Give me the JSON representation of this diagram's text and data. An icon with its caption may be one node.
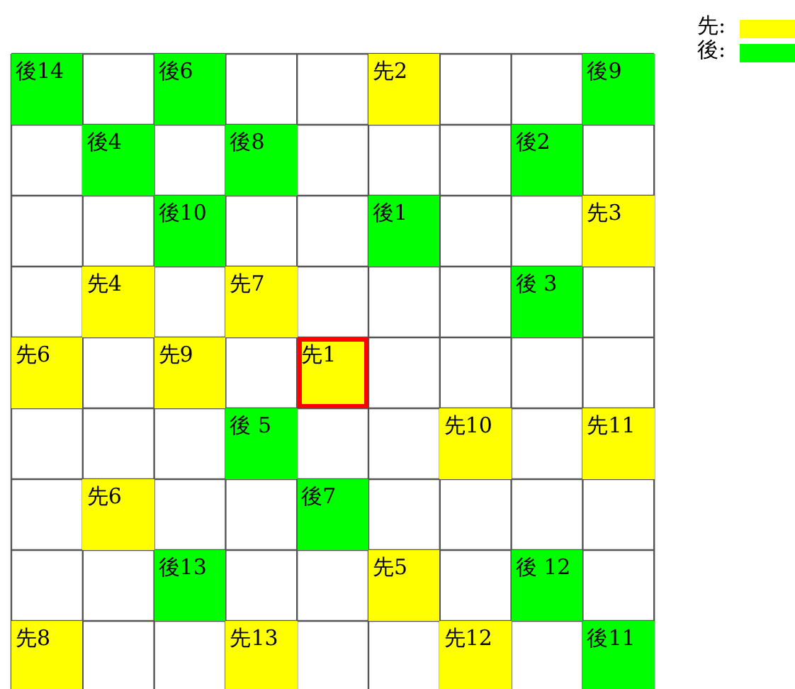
{
  "diagram": {
    "nodes": [
      {
        "text": [
          "後14"
        ]
      },
      {
        "text": [
          "後6"
        ]
      },
      {
        "text": [
          "先2"
        ]
      },
      {
        "text": [
          "後9"
        ]
      },
      {
        "text": [
          "後4"
        ]
      },
      {
        "text": [
          "後8"
        ]
      },
      {
        "text": [
          "後2"
        ]
      },
      {
        "text": [
          "後10"
        ]
      },
      {
        "text": [
          "後1"
        ]
      },
      {
        "text": [
          "先3"
        ]
      },
      {
        "text": [
          "先4"
        ]
      },
      {
        "text": [
          "先7"
        ]
      },
      {
        "text": [
          "後 3"
        ]
      },
      {
        "text": [
          "先6"
        ]
      },
      {
        "text": [
          "先9"
        ]
      },
      {
        "text": [
          "先1"
        ]
      },
      {
        "text": [
          "後 5"
        ]
      },
      {
        "text": [
          "先10"
        ]
      },
      {
        "text": [
          "先11"
        ]
      },
      {
        "text": [
          "先6"
        ]
      },
      {
        "text": [
          "後7"
        ]
      },
      {
        "text": [
          "後13"
        ]
      },
      {
        "text": [
          "先5"
        ]
      },
      {
        "text": [
          "後 12"
        ]
      },
      {
        "text": [
          "先8"
        ]
      },
      {
        "text": [
          "先13"
        ]
      },
      {
        "text": [
          "先12"
        ]
      },
      {
        "text": [
          "後11"
        ]
      }
    ],
    "legend": [
      {
        "text": "先:",
        "color": "#ffff00"
      },
      {
        "text": "後:",
        "color": "#00ff00"
      }
    ]
  }
}
